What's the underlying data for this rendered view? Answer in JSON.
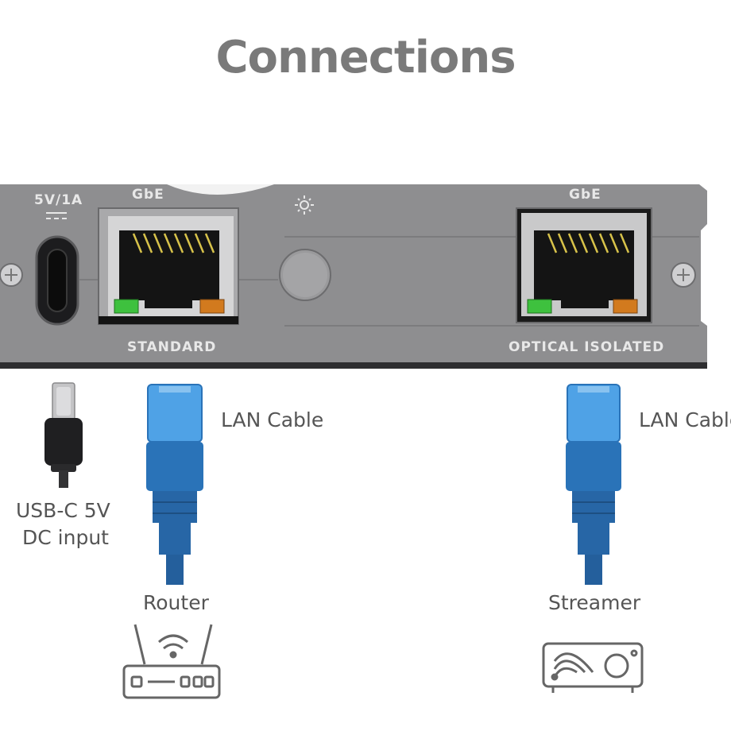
{
  "title": "Connections",
  "panel": {
    "power_label": "5V/1A",
    "port_left_top": "GbE",
    "port_left_bottom": "STANDARD",
    "port_right_top": "GbE",
    "port_right_bottom": "OPTICAL ISOLATED"
  },
  "callouts": {
    "lan_left": "LAN Cable",
    "lan_right": "LAN Cable",
    "usb_line1": "USB-C 5V",
    "usb_line2": "DC input",
    "router": "Router",
    "streamer": "Streamer"
  },
  "colors": {
    "panel": "#8e8e90",
    "cable": "#2a73b8",
    "led_green": "#3ec13e",
    "led_orange": "#d27a1e"
  }
}
